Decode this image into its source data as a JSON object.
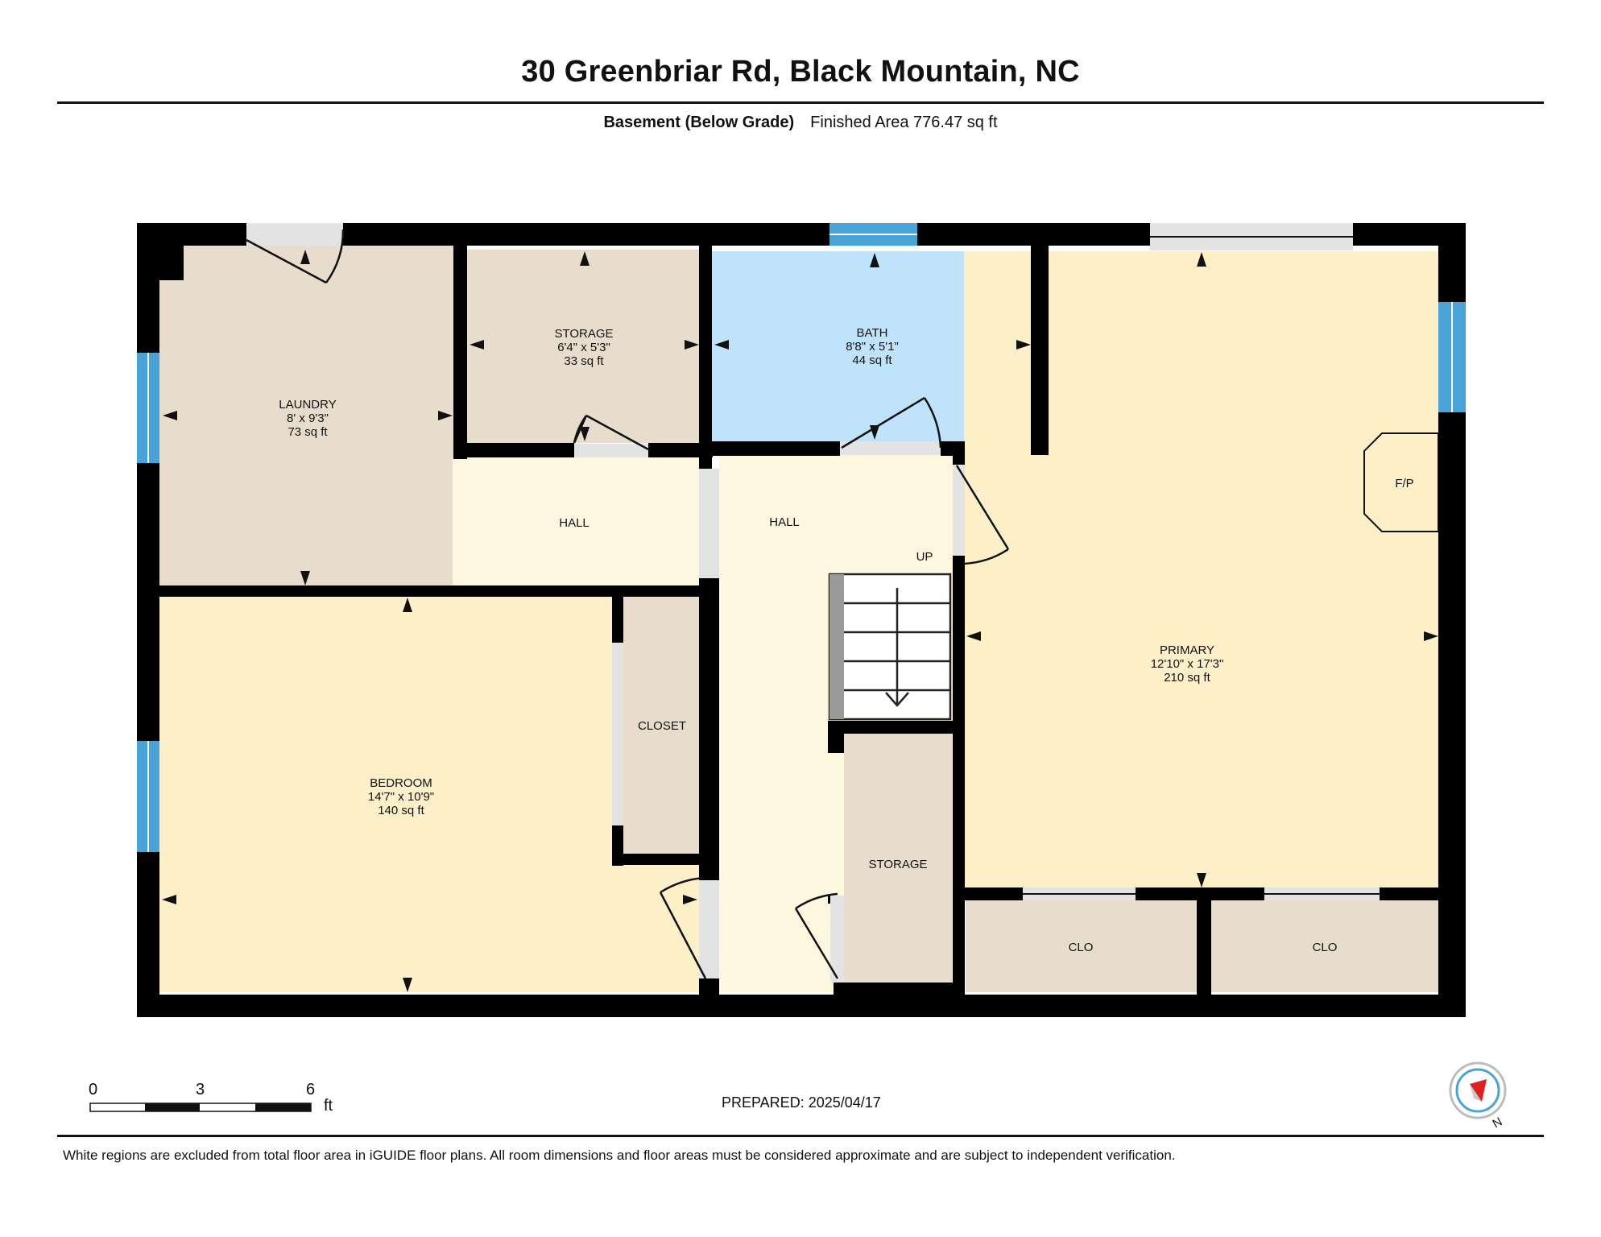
{
  "header": {
    "title": "30 Greenbriar Rd, Black Mountain, NC",
    "level": "Basement (Below Grade)",
    "area": "Finished Area 776.47 sq ft"
  },
  "rooms": {
    "laundry": {
      "name": "LAUNDRY",
      "dims": "8' x 9'3\"",
      "area": "73 sq ft"
    },
    "storage_top": {
      "name": "STORAGE",
      "dims": "6'4\" x 5'3\"",
      "area": "33 sq ft"
    },
    "bath": {
      "name": "BATH",
      "dims": "8'8\" x 5'1\"",
      "area": "44 sq ft"
    },
    "primary": {
      "name": "PRIMARY",
      "dims": "12'10\" x 17'3\"",
      "area": "210 sq ft"
    },
    "bedroom": {
      "name": "BEDROOM",
      "dims": "14'7\" x 10'9\"",
      "area": "140 sq ft"
    },
    "hall_left": {
      "name": "HALL"
    },
    "hall_center": {
      "name": "HALL"
    },
    "closet": {
      "name": "CLOSET"
    },
    "storage_bottom": {
      "name": "STORAGE"
    },
    "clo_left": {
      "name": "CLO"
    },
    "clo_right": {
      "name": "CLO"
    },
    "fireplace": {
      "name": "F/P"
    },
    "stairs": {
      "name": "UP"
    }
  },
  "colors": {
    "wall": "#000000",
    "bath": "#bfe3fb",
    "warm": "#fdefc8",
    "hall": "#fef7e0",
    "utility": "#e8ddcd",
    "window": "#4aa3d6"
  },
  "scale": {
    "ticks": [
      "0",
      "3",
      "6"
    ],
    "unit": "ft"
  },
  "prepared": "PREPARED: 2025/04/17",
  "compass": {
    "label": "N"
  },
  "footer": "White regions are excluded from total floor area in iGUIDE floor plans. All room dimensions and floor areas must be considered approximate and are subject to independent verification."
}
